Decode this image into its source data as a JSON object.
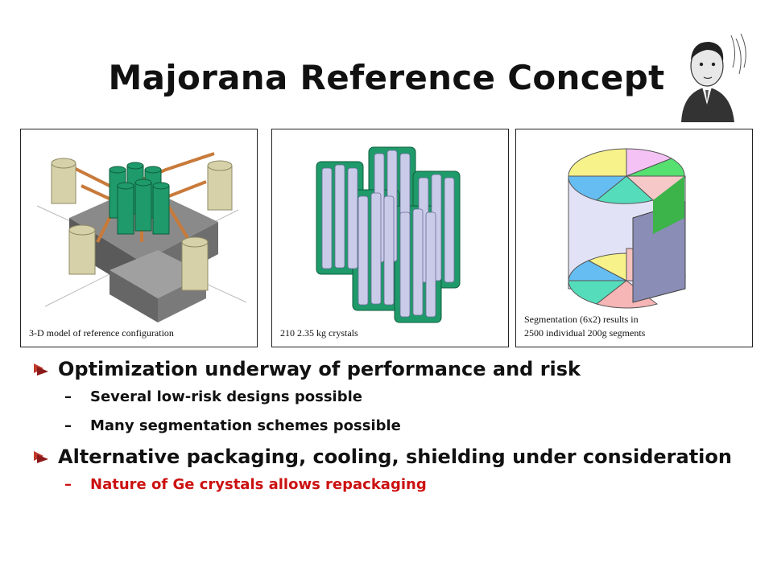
{
  "slide": {
    "title": "Majorana Reference Concept",
    "panels": [
      {
        "caption": "3-D model of reference configuration"
      },
      {
        "caption": "210 2.35 kg crystals"
      },
      {
        "caption_line1": "Segmentation (6x2) results in",
        "caption_line2": "2500 individual 200g segments"
      }
    ],
    "bullets": [
      {
        "text": "Optimization underway of performance and risk",
        "sub": [
          "Several low-risk designs possible",
          "Many segmentation schemes possible"
        ]
      },
      {
        "text": "Alternative packaging, cooling, shielding under consideration",
        "sub": [
          "Nature of Ge crystals allows repackaging"
        ]
      }
    ],
    "dash": "–"
  },
  "colors": {
    "accent_red": "#cc1111",
    "bullet_red": "#c0392b"
  }
}
